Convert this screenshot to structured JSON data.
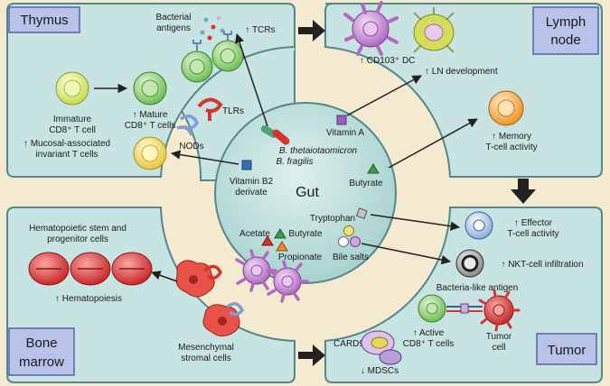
{
  "colors": {
    "background": "#f3ead0",
    "panel": "#c8e4e2",
    "panel_edge": "#55868a",
    "label_box": "#b9c2e8",
    "label_box_edge": "#5561a8",
    "cell_green": "#8ccf6e",
    "cell_yellow": "#f2e06a",
    "cell_orange": "#f2a23a",
    "cell_red": "#d9312e",
    "dc_purple": "#b473c4",
    "arrow": "#222222"
  },
  "panels": {
    "thymus": "Thymus",
    "lymph_node": "Lymph node",
    "gut": "Gut",
    "bone_marrow": "Bone marrow",
    "tumor": "Tumor"
  },
  "thymus": {
    "bacterial_antigens": "Bacterial antigens",
    "tcrs": "↑ TCRs",
    "tlrs": "TLRs",
    "nods": "NODs",
    "immature": "Immature CD8⁺ T cell",
    "mature": "↑ Mature CD8⁺ T cells",
    "mait": "↑ Mucosal-associated invariant T cells"
  },
  "lymph": {
    "cd103": "↑ CD103⁺ DC",
    "ln_dev": "↑ LN development",
    "memory": "↑ Memory T-cell activity"
  },
  "gut": {
    "b_theta": "B. thetaiotaomicron",
    "b_fragilis": "B. fragilis",
    "vitamin_a": "Vitamin A",
    "vitamin_b2": "Vitamin B2 derivate",
    "butyrate_right": "Butyrate",
    "acetate": "Acetate",
    "butyrate_left": "Butyrate",
    "propionate": "Propionate",
    "tryptophan": "Tryptophan",
    "bile_salts": "Bile salts"
  },
  "bone": {
    "hsc": "Hematopoietic stem and progenitor cells",
    "hematopoiesis": "↑ Hematopoiesis",
    "mesenchymal": "Mesenchymal stromal cells"
  },
  "tumor": {
    "effector": "↑ Effector T-cell activity",
    "nkt": "↑ NKT-cell infiltration",
    "bacteria_like": "Bacteria-like antigen",
    "active_cd8": "↑ Active CD8⁺ T cells",
    "tumor_cell": "Tumor cell",
    "card9": "CARD9",
    "mdscs": "↓ MDSCs"
  }
}
